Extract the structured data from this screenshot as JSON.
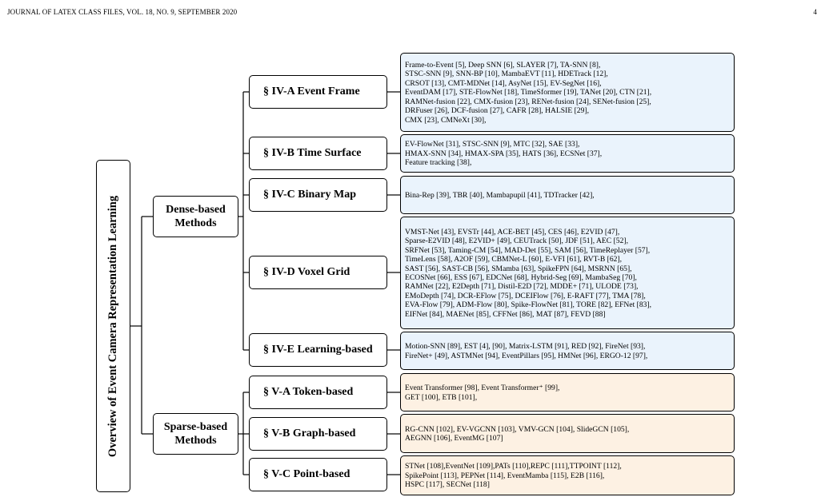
{
  "header": {
    "journal": "JOURNAL OF LATEX CLASS FILES, VOL. 18, NO. 9, SEPTEMBER 2020",
    "page_number": "4"
  },
  "colors": {
    "dense_fill": "#eaf3fc",
    "sparse_fill": "#fdf1e3",
    "border": "#000000"
  },
  "tree": {
    "root": "Overview of Event Camera Representation Learning",
    "dense": {
      "label": "Dense-based\nMethods",
      "sections": [
        {
          "title": "§ IV-A Event Frame",
          "methods": "Frame-to-Event [5], Deep SNN [6], SLAYER [7], TA-SNN [8],\nSTSC-SNN [9], SNN-BP [10], MambaEVT [11], HDETrack [12],\nCRSOT [13], CMT-MDNet [14], AsyNet [15], EV-SegNet [16],\nEventDAM [17], STE-FlowNet [18], TimeSformer [19], TANet [20], CTN [21],\nRAMNet-fusion [22], CMX-fusion [23], RENet-fusion [24], SENet-fusion [25],\nDRFuser [26], DCF-fusion [27], CAFR [28], HALSIE [29],\nCMX [23], CMNeXt [30],"
        },
        {
          "title": "§ IV-B Time Surface",
          "methods": "EV-FlowNet [31], STSC-SNN [9], MTC [32], SAE [33],\nHMAX-SNN [34], HMAX-SPA [35], HATS [36], ECSNet [37],\nFeature tracking [38],"
        },
        {
          "title": "§ IV-C Binary Map",
          "methods": "Bina-Rep [39], TBR [40], Mambapupil [41], TDTracker [42],"
        },
        {
          "title": "§ IV-D Voxel Grid",
          "methods": "VMST-Net [43], EVSTr [44], ACE-BET [45], CES [46], E2VID [47],\nSparse-E2VID [48], E2VID+ [49], CEUTrack [50], JDF [51], AEC [52],\nSRFNet [53], Taming-CM [54], MAD-Det [55], SAM [56], TimeReplayer [57],\nTimeLens [58], A2OF [59], CBMNet-L [60], E-VFI [61], RVT-B [62],\nSAST [56], SAST-CB [56], SMamba [63], SpikeFPN [64], MSRNN [65],\nECOSNet [66], ESS [67], EDCNet [68], Hybrid-Seg [69], MambaSeg [70],\nRAMNet [22], E2Depth [71], Distil-E2D [72], MDDE+ [71], ULODE [73],\nEMoDepth [74], DCR-EFlow [75], DCEIFlow [76], E-RAFT [77], TMA [78],\nEVA-Flow [79], ADM-Flow [80], Spike-FlowNet [81], TORE [82], EFNet [83],\nEIFNet [84], MAENet [85], CFFNet [86], MAT [87], FEVD [88]"
        },
        {
          "title": "§ IV-E Learning-based",
          "methods": "Motion-SNN [89], EST [4], [90], Matrix-LSTM [91], RED [92], FireNet [93],\nFireNet+ [49], ASTMNet [94], EventPillars [95], HMNet [96], ERGO-12 [97],"
        }
      ]
    },
    "sparse": {
      "label": "Sparse-based\nMethods",
      "sections": [
        {
          "title": "§ V-A Token-based",
          "methods": "Event Transformer [98], Event Transformer⁺ [99],\nGET [100], ETB [101],"
        },
        {
          "title": "§ V-B Graph-based",
          "methods": "RG-CNN [102], EV-VGCNN [103], VMV-GCN [104], SlideGCN [105],\nAEGNN [106], EventMG [107]"
        },
        {
          "title": "§ V-C Point-based",
          "methods": "STNet [108],EventNet [109],PATs [110],REPC [111],TTPOINT [112],\nSpikePoint [113], PEPNet [114], EventMamba [115], E2B [116],\nHSPC [117], SECNet [118]"
        }
      ]
    }
  }
}
